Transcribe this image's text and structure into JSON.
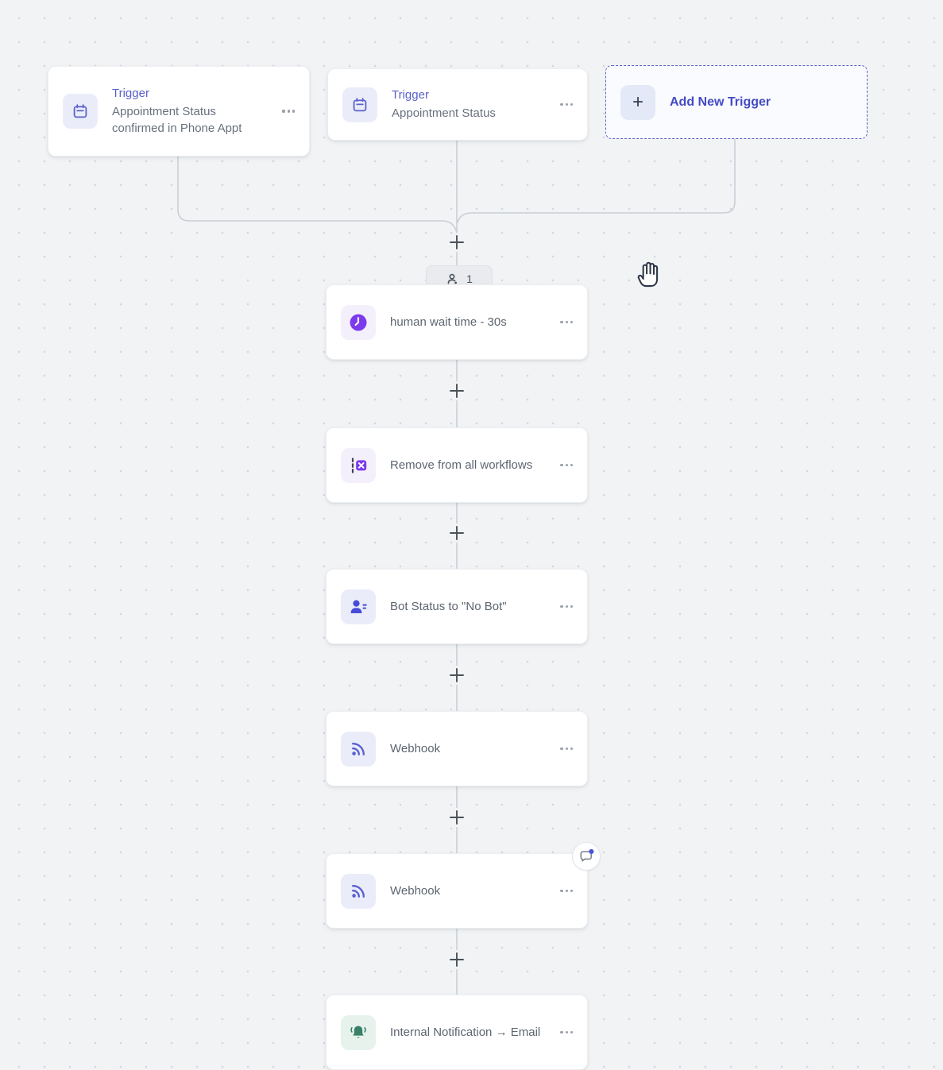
{
  "triggers": [
    {
      "title": "Trigger",
      "subtitle": "Appointment Status confirmed in Phone Appt"
    },
    {
      "title": "Trigger",
      "subtitle": "Appointment Status"
    }
  ],
  "add_trigger": {
    "label": "Add New Trigger"
  },
  "branch_badge": {
    "count": "1"
  },
  "actions": [
    {
      "label": "human wait time - 30s",
      "icon": "clock-icon"
    },
    {
      "label": "Remove from all workflows",
      "icon": "remove-workflows-icon"
    },
    {
      "label": "Bot Status to \"No Bot\"",
      "icon": "contact-icon"
    },
    {
      "label": "Webhook",
      "icon": "webhook-icon"
    },
    {
      "label": "Webhook",
      "icon": "webhook-icon"
    },
    {
      "label": "Internal Notification → Email",
      "icon": "bell-icon"
    }
  ],
  "colors": {
    "canvas_bg": "#f1f3f5",
    "dot_grid": "#d4d7dc",
    "connector": "#c9cdd3",
    "accent_indigo": "#5a61c9",
    "accent_purple": "#7c3aed",
    "accent_green": "#38806a",
    "card_text": "#5d6570",
    "add_trigger_text": "#434bc4"
  }
}
